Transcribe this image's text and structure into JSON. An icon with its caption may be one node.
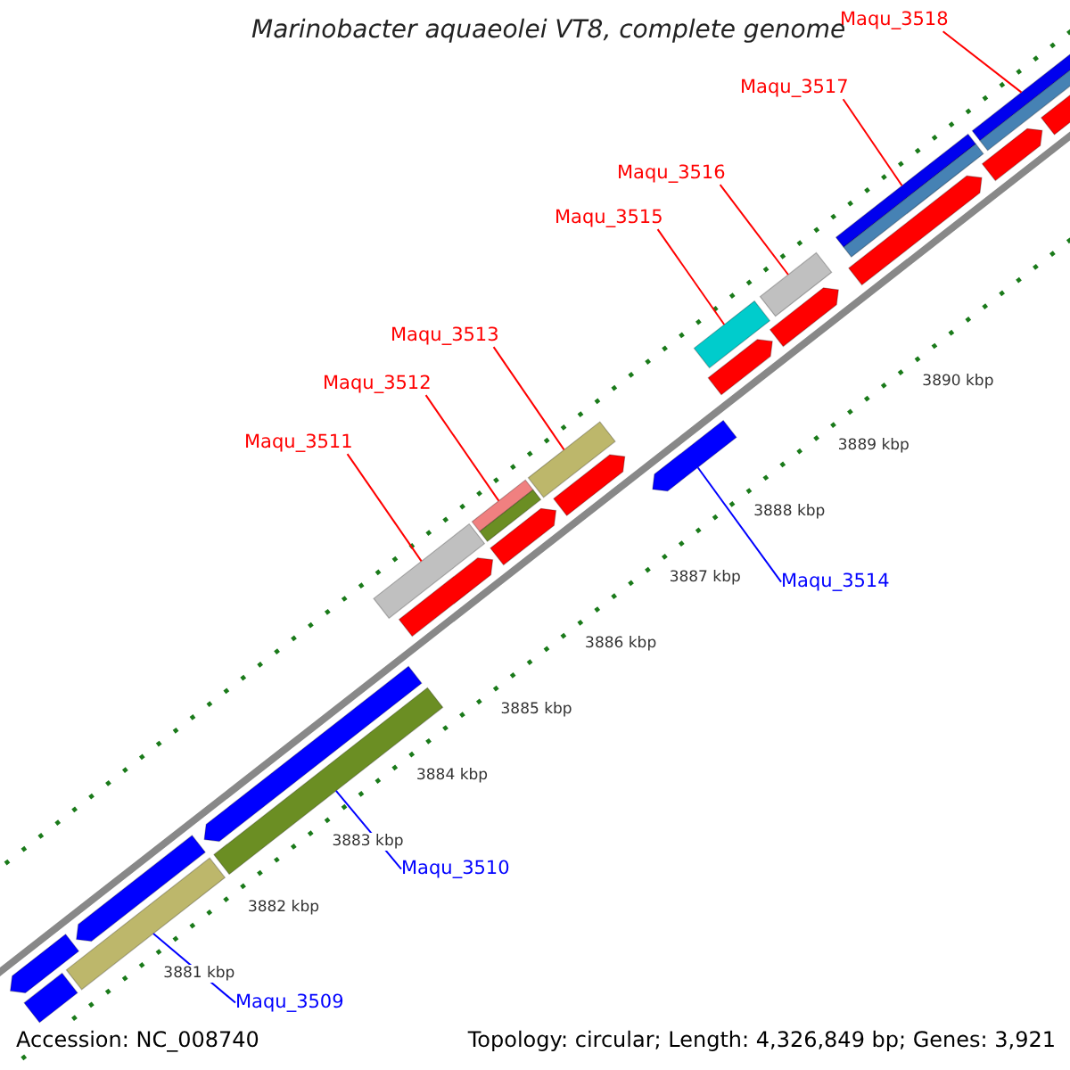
{
  "diagram": {
    "title": "Marinobacter aquaeolei VT8, complete genome",
    "nodes": [
      {
        "text": [
          "Maqu_3518"
        ]
      },
      {
        "text": [
          "Maqu_3517"
        ]
      },
      {
        "text": [
          "Maqu_3516"
        ]
      },
      {
        "text": [
          "Maqu_3515"
        ]
      },
      {
        "text": [
          "Maqu_3513"
        ]
      },
      {
        "text": [
          "Maqu_3512"
        ]
      },
      {
        "text": [
          "Maqu_3511"
        ]
      },
      {
        "text": [
          "Maqu_3514"
        ]
      },
      {
        "text": [
          "Maqu_3510"
        ]
      },
      {
        "text": [
          "Maqu_3509"
        ]
      },
      {
        "text": [],
        "shape": "bar"
      },
      {
        "text": [],
        "shape": "bar"
      },
      {
        "text": [],
        "shape": "bar"
      },
      {
        "text": [],
        "shape": "bar"
      },
      {
        "text": [],
        "shape": "bar"
      },
      {
        "text": [],
        "shape": "bar"
      },
      {
        "text": [],
        "shape": "bar"
      },
      {
        "text": [],
        "shape": "bar"
      },
      {
        "text": [],
        "shape": "bar"
      },
      {
        "text": [],
        "shape": "bar"
      },
      {
        "text": [],
        "shape": "bar"
      },
      {
        "text": [],
        "shape": "bar"
      },
      {
        "text": [],
        "shape": "bar"
      },
      {
        "text": [],
        "shape": "bar"
      },
      {
        "text": [],
        "shape": "bar"
      },
      {
        "text": [],
        "shape": "bar"
      },
      {
        "text": [],
        "shape": "bar"
      },
      {
        "text": [],
        "shape": "bar"
      },
      {
        "text": [],
        "shape": "bar"
      },
      {
        "text": [],
        "shape": "bar"
      },
      {
        "text": [],
        "shape": "bar"
      },
      {
        "text": [],
        "shape": "bar"
      },
      {
        "text": [],
        "shape": "bar"
      }
    ],
    "edges": [
      {
        "from": 0,
        "to": 31,
        "arrow": "none"
      },
      {
        "from": 1,
        "to": 29,
        "arrow": "none"
      },
      {
        "from": 2,
        "to": 27,
        "arrow": "none"
      },
      {
        "from": 3,
        "to": 25,
        "arrow": "none"
      },
      {
        "from": 4,
        "to": 21,
        "arrow": "none"
      },
      {
        "from": 5,
        "to": 19,
        "arrow": "none"
      },
      {
        "from": 6,
        "to": 16,
        "arrow": "none"
      },
      {
        "from": 7,
        "to": 23,
        "arrow": "none",
        "color": "#0000ff"
      },
      {
        "from": 8,
        "to": 14,
        "arrow": "none",
        "color": "#0000ff"
      },
      {
        "from": 9,
        "to": 12,
        "arrow": "none",
        "color": "#0000ff"
      }
    ],
    "labels": [
      "3890 kbp",
      "3889 kbp",
      "3888 kbp",
      "3887 kbp",
      "3886 kbp",
      "3885 kbp",
      "3884 kbp",
      "3883 kbp",
      "3882 kbp",
      "3881 kbp",
      "Accession: NC_008740",
      "Topology: circular; Length: 4,326,849 bp; Genes: 3,921"
    ]
  }
}
